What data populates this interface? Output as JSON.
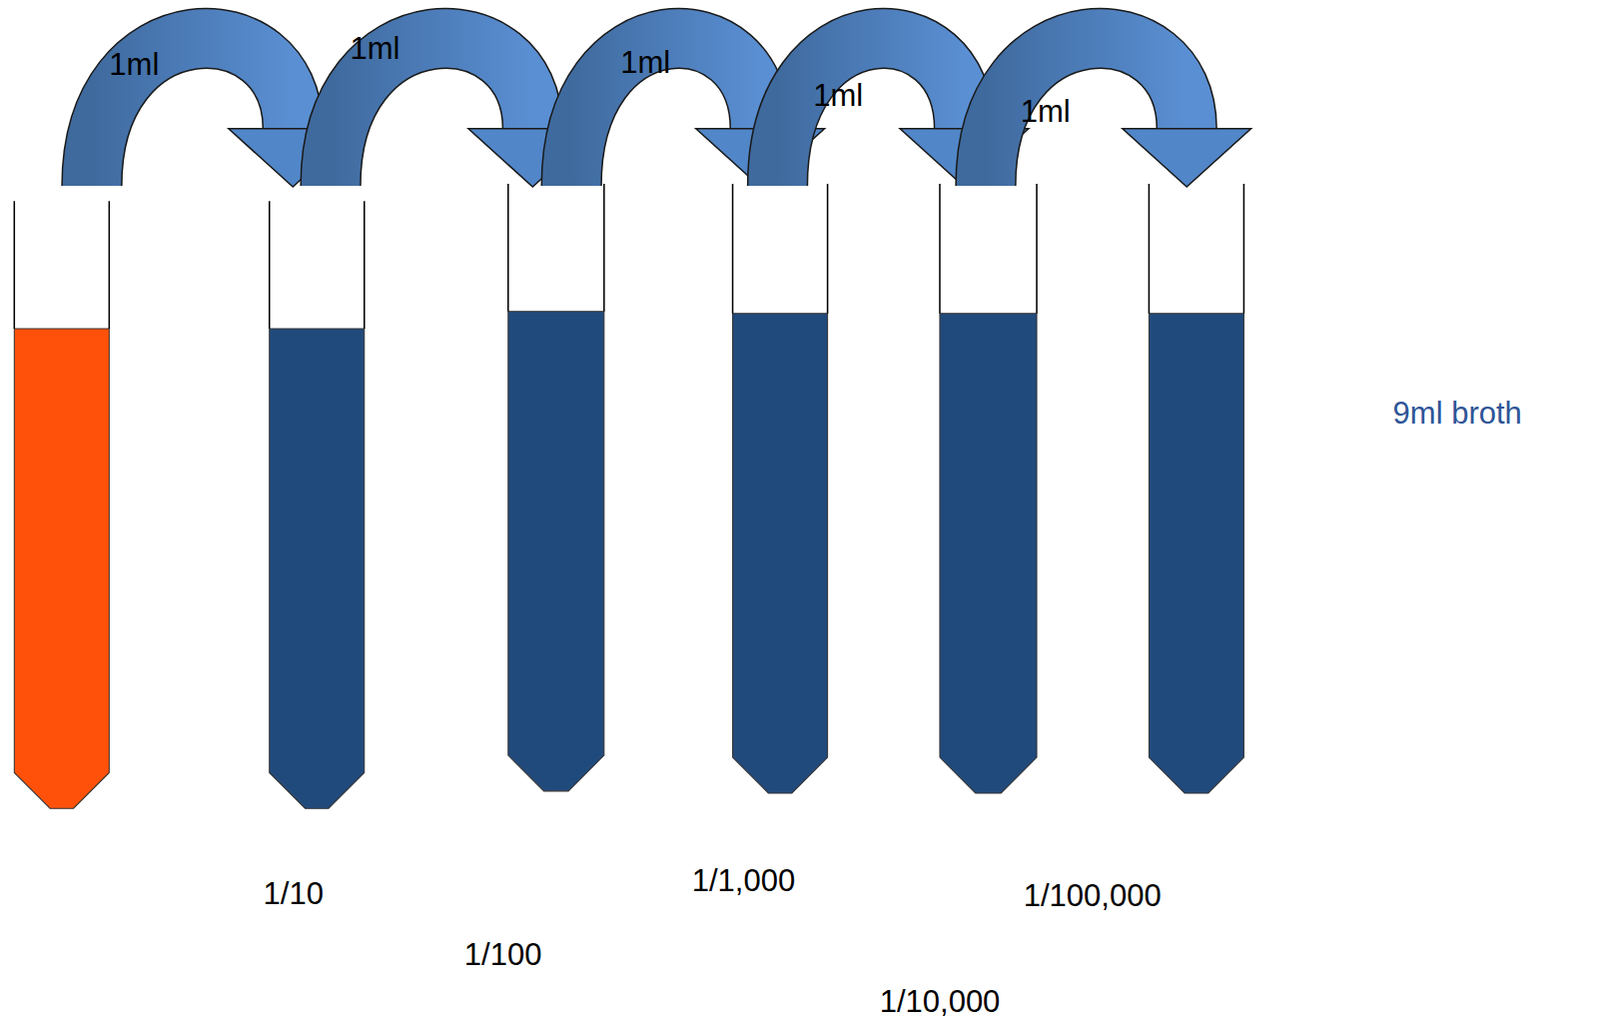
{
  "diagram": {
    "labels": [
      "1ml",
      "1ml",
      "1ml",
      "1ml",
      "1ml",
      "1/10",
      "1/100",
      "1/1,000",
      "1/10,000",
      "1/100,000",
      "9ml broth"
    ]
  }
}
